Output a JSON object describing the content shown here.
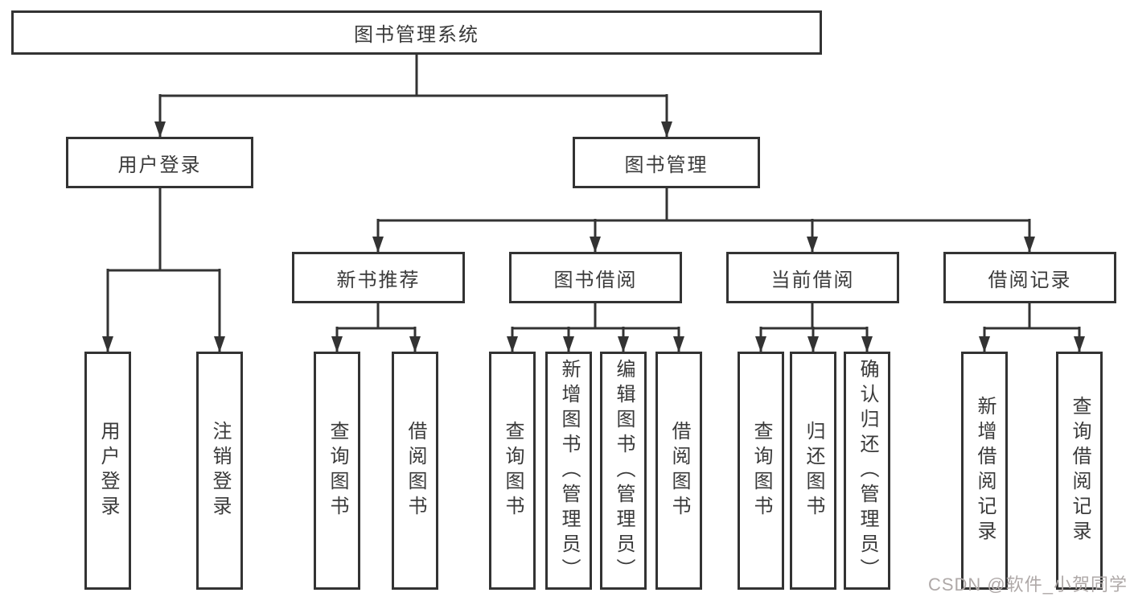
{
  "colors": {
    "line": "#333333",
    "ink": "#3a3a3a",
    "watermark": "#afa9a8",
    "background": "#ffffff"
  },
  "watermark": {
    "text": "CSDN @软件_小贺同学"
  },
  "tree": {
    "label": "图书管理系统",
    "children": [
      {
        "label": "用户登录",
        "children": [
          {
            "label": "用户登录"
          },
          {
            "label": "注销登录"
          }
        ]
      },
      {
        "label": "图书管理",
        "children": [
          {
            "label": "新书推荐",
            "children": [
              {
                "label": "查询图书"
              },
              {
                "label": "借阅图书"
              }
            ]
          },
          {
            "label": "图书借阅",
            "children": [
              {
                "label": "查询图书"
              },
              {
                "label": "新增图书（管理员）"
              },
              {
                "label": "编辑图书（管理员）"
              },
              {
                "label": "借阅图书"
              }
            ]
          },
          {
            "label": "当前借阅",
            "children": [
              {
                "label": "查询图书"
              },
              {
                "label": "归还图书"
              },
              {
                "label": "确认归还（管理员）"
              }
            ]
          },
          {
            "label": "借阅记录",
            "children": [
              {
                "label": "新增借阅记录"
              },
              {
                "label": "查询借阅记录"
              }
            ]
          }
        ]
      }
    ]
  }
}
